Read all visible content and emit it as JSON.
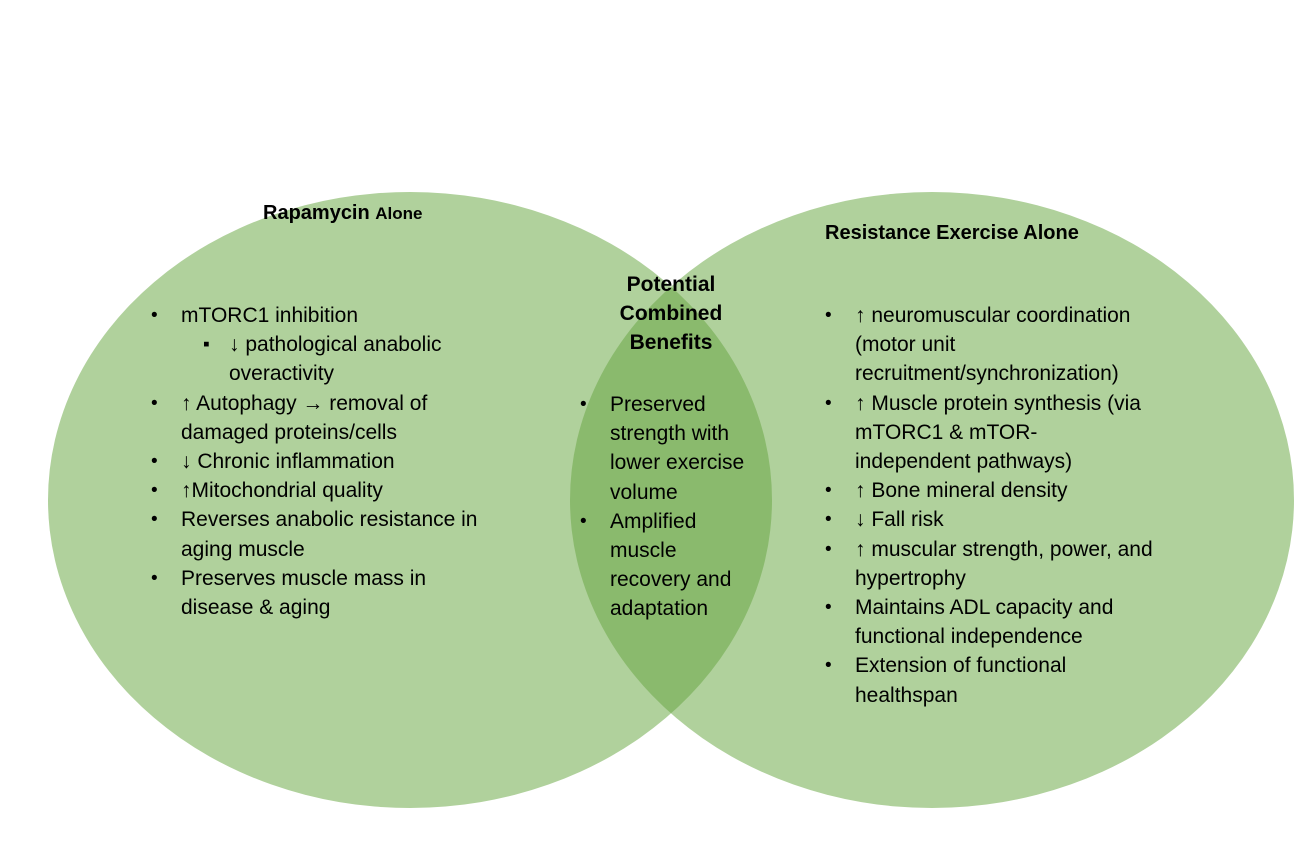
{
  "colors": {
    "circle_fill": "#b0d19c",
    "overlap_fill": "#8aba6d"
  },
  "left": {
    "title_main": "Rapamycin",
    "title_suffix": "Alone",
    "items": [
      "mTORC1 inhibition",
      "↓ pathological anabolic overactivity",
      "↑ Autophagy → removal of damaged proteins/cells",
      "↓ Chronic inflammation",
      "↑Mitochondrial quality",
      "Reverses anabolic resistance in aging muscle",
      "Preserves muscle mass in disease & aging"
    ]
  },
  "center": {
    "title_lines": [
      "Potential",
      "Combined",
      "Benefits"
    ],
    "items": [
      "Preserved strength with lower exercise volume",
      "Amplified muscle recovery and adaptation"
    ]
  },
  "right": {
    "title": "Resistance Exercise Alone",
    "items": [
      "↑ neuromuscular coordination (motor unit recruitment/synchronization)",
      "↑ Muscle protein synthesis (via mTORC1 & mTOR-independent pathways)",
      "↑ Bone mineral density",
      "↓ Fall risk",
      "↑ muscular strength, power, and hypertrophy",
      "Maintains ADL capacity and functional independence",
      "Extension of functional healthspan"
    ]
  }
}
